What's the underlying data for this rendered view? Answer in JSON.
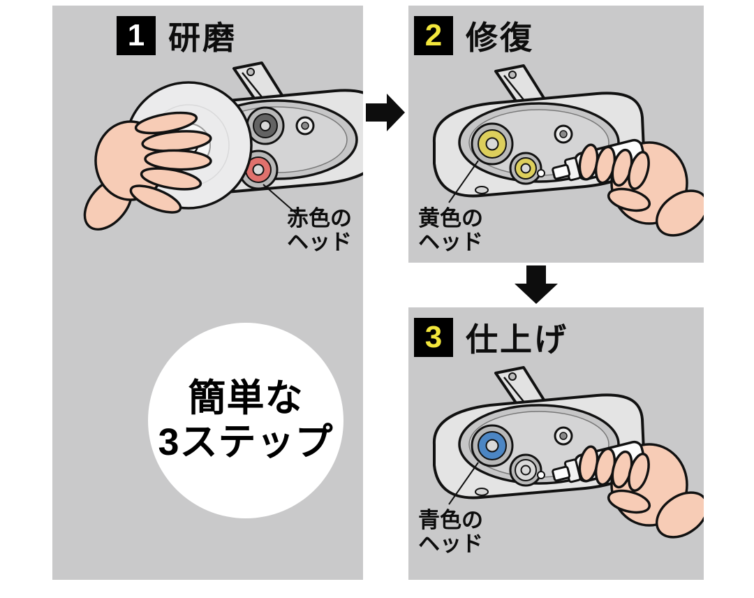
{
  "colors": {
    "panel_bg": "#c9c9ca",
    "badge_bg": "#000000",
    "arrow": "#0d0d0d"
  },
  "steps": [
    {
      "number": "1",
      "number_color": "#ffffff",
      "title": "研磨",
      "label_line1": "赤色の",
      "label_line2": "ヘッド",
      "head_a_color": "#636363",
      "head_b_color": "#e0716d"
    },
    {
      "number": "2",
      "number_color": "#f3e73c",
      "title": "修復",
      "label_line1": "黄色の",
      "label_line2": "ヘッド",
      "head_a_color": "#ddcf5c",
      "head_b_color": "#ddcf5c"
    },
    {
      "number": "3",
      "number_color": "#f3e73c",
      "title": "仕上げ",
      "label_line1": "青色の",
      "label_line2": "ヘッド",
      "head_a_color": "#4c86c4",
      "head_b_color": "#dadada"
    }
  ],
  "center_circle": {
    "line1": "簡単な",
    "line2": "3ステップ"
  }
}
